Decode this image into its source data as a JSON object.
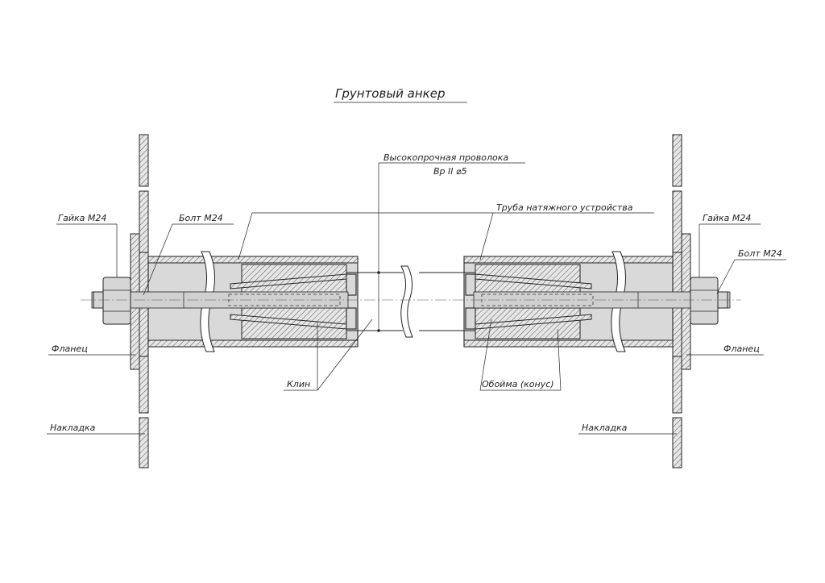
{
  "title": "Грунтовый анкер",
  "labels": {
    "wire_line1": "Высокопрочная проволока",
    "wire_line2": "Вр II ⌀5",
    "pipe": "Труба натяжного устройства",
    "nut_left": "Гайка М24",
    "bolt_left": "Болт М24",
    "nut_right": "Гайка М24",
    "bolt_right": "Болт М24",
    "flange_left": "Фланец",
    "flange_right": "Фланец",
    "wedge": "Клин",
    "cone": "Обойма (конус)",
    "plate_left": "Накладка",
    "plate_right": "Накладка"
  },
  "colors": {
    "line": "#222222",
    "fill_pipe": "#d9d9d9",
    "hatch": "#555555"
  }
}
